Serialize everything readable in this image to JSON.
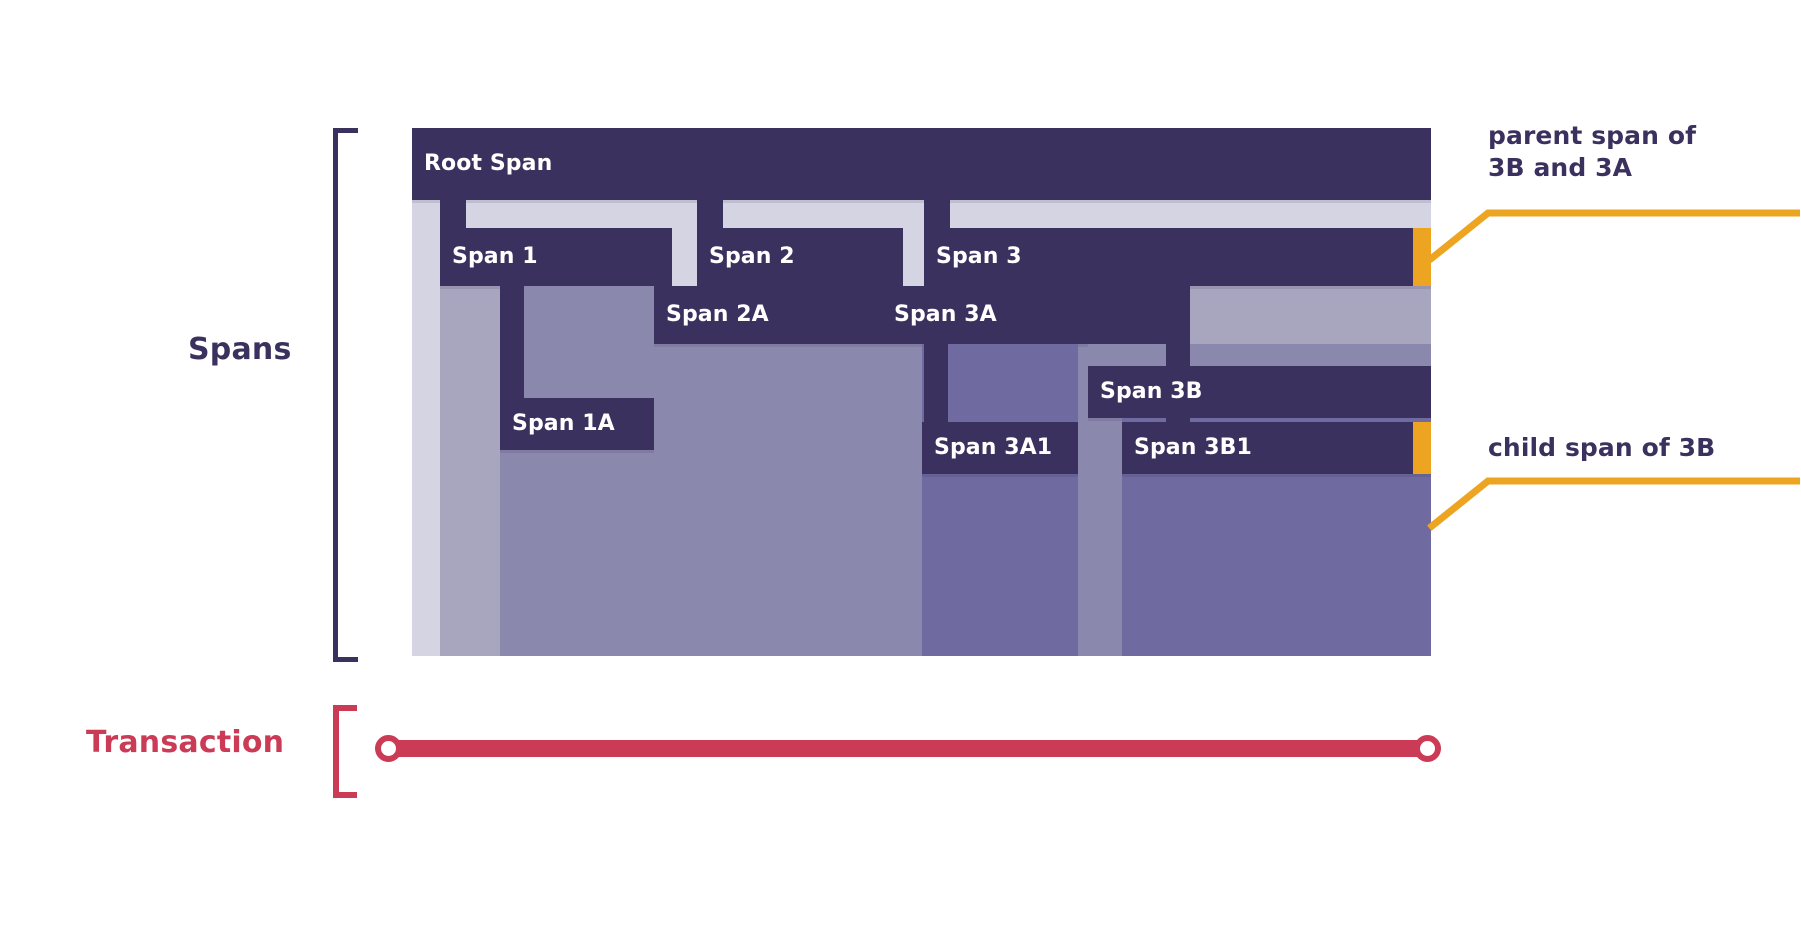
{
  "diagram": {
    "title_kind": "distributed-tracing-spans-and-transaction",
    "sections": {
      "spans_label": "Spans",
      "transaction_label": "Transaction"
    },
    "colors": {
      "bar": "#3a315e",
      "ink": "#3a315e",
      "transaction": "#cc3b55",
      "marker": "#eda420",
      "pane": "#d5d4e3",
      "band_mid": "#a8a5bf",
      "band_deep": "#8b88ad",
      "band_deeper": "#6f6ba0",
      "page_bg": "#ffffff"
    },
    "spans": [
      {
        "id": "root",
        "label": "Root Span",
        "depth": 0,
        "parent": null
      },
      {
        "id": "s1",
        "label": "Span 1",
        "depth": 1,
        "parent": "root"
      },
      {
        "id": "s1a",
        "label": "Span 1A",
        "depth": 2,
        "parent": "s1"
      },
      {
        "id": "s2",
        "label": "Span 2",
        "depth": 1,
        "parent": "root"
      },
      {
        "id": "s2a",
        "label": "Span 2A",
        "depth": 2,
        "parent": "s2"
      },
      {
        "id": "s3",
        "label": "Span 3",
        "depth": 1,
        "parent": "root"
      },
      {
        "id": "s3a",
        "label": "Span 3A",
        "depth": 2,
        "parent": "s3"
      },
      {
        "id": "s3a1",
        "label": "Span 3A1",
        "depth": 3,
        "parent": "s3a"
      },
      {
        "id": "s3b",
        "label": "Span 3B",
        "depth": 2,
        "parent": "s3"
      },
      {
        "id": "s3b1",
        "label": "Span 3B1",
        "depth": 3,
        "parent": "s3b"
      }
    ],
    "callouts": [
      {
        "id": "parent",
        "text": "parent span of\n3B and 3A",
        "points_at": "Span 3"
      },
      {
        "id": "child",
        "text": "child span of 3B",
        "points_at": "Span 3B1"
      }
    ],
    "markers": [
      {
        "id": "marker-span3",
        "annotates": "Span 3"
      },
      {
        "id": "marker-span3b1",
        "annotates": "Span 3B1"
      }
    ]
  }
}
